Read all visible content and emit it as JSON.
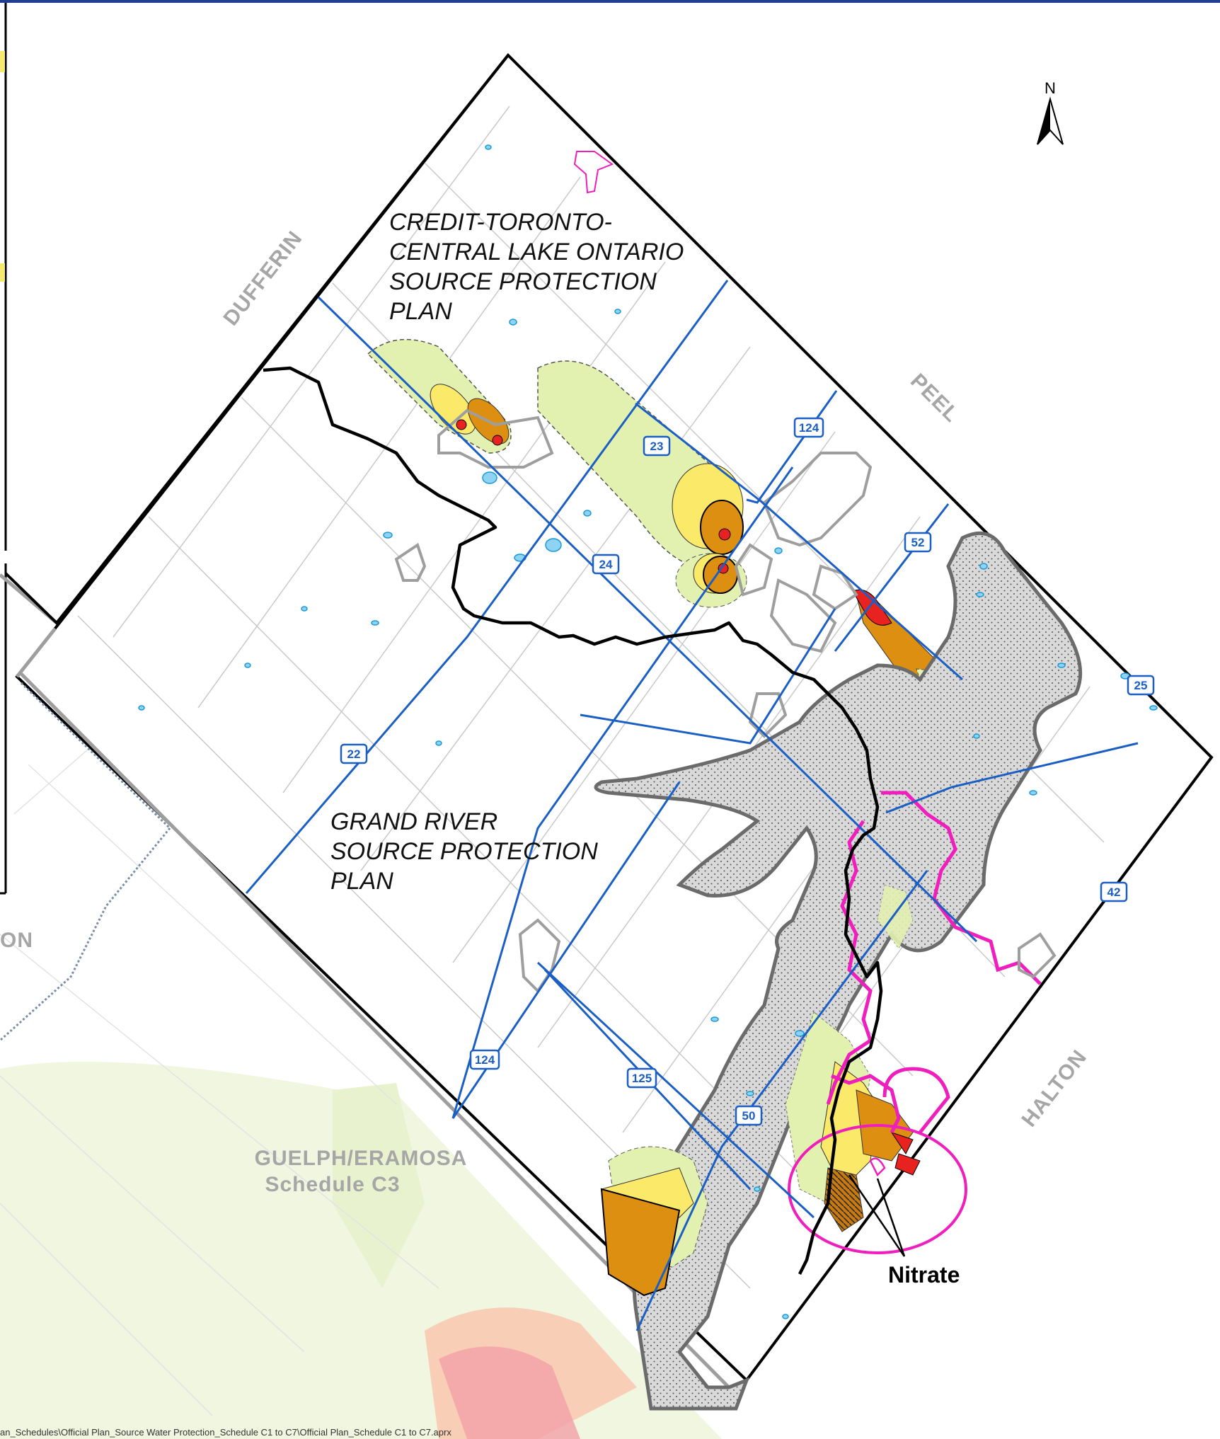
{
  "labels": {
    "credit_plan": [
      "CREDIT-TORONTO-",
      "CENTRAL LAKE ONTARIO",
      "SOURCE PROTECTION",
      "PLAN"
    ],
    "grand_plan": [
      "GRAND RIVER",
      "SOURCE PROTECTION",
      "PLAN"
    ],
    "dufferin": "DUFFERIN",
    "peel": "PEEL",
    "halton": "HALTON",
    "guelph": "GUELPH/ERAMOSA",
    "guelph_schedule": "Schedule C3",
    "partial_county": "ON",
    "nitrate": "Nitrate",
    "north": "N"
  },
  "roads": {
    "r124_north": "124",
    "r23": "23",
    "r52": "52",
    "r24": "24",
    "r25": "25",
    "r22": "22",
    "r42": "42",
    "r124_south": "124",
    "r125": "125",
    "r50": "50"
  },
  "footer": {
    "file_path": "an_Schedules\\Official Plan_Source Water Protection_Schedule C1 to C7\\Official Plan_Schedule C1 to C7.aprx"
  },
  "colors": {
    "frame_blue": "#1f3f8f",
    "road_blue": "#1b5fc4",
    "watershed_black": "#000000",
    "light_green": "#e2f0b0",
    "yellow": "#fbe96a",
    "orange": "#dd8f11",
    "red": "#e8231f",
    "magenta": "#ee1fbd",
    "stipple_gray": "#d9d9d9"
  }
}
